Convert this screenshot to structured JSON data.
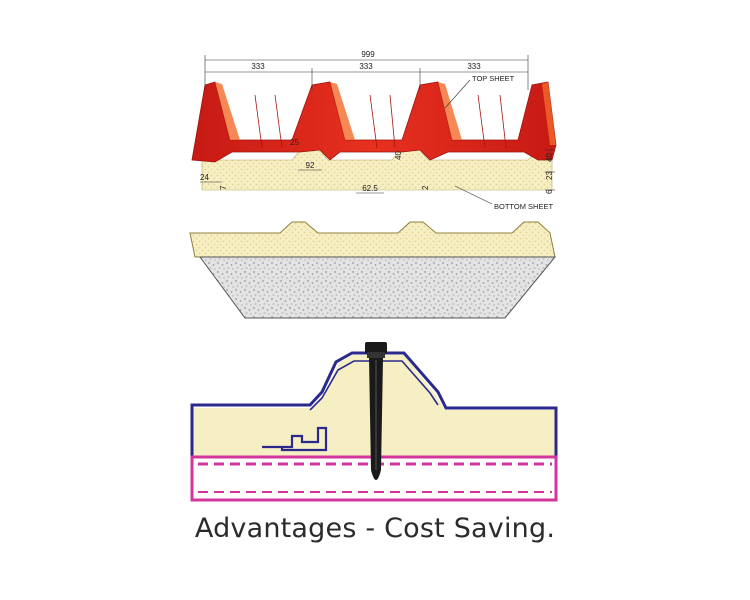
{
  "dimensions": {
    "overall_width": "999",
    "ridge_spacing": [
      "333",
      "333",
      "333"
    ],
    "ridge_top_width": "25",
    "ridge_base_width": "92",
    "valley_width": "62.5",
    "edge_lip": "24",
    "left_edge_height": "7",
    "mid_height": "2",
    "rib_height": "40",
    "core_right_height": "23",
    "bottom_edge_height": "6"
  },
  "labels": {
    "top_sheet": "TOP SHEET",
    "bottom_sheet": "BOTTOM SHEET"
  },
  "colors": {
    "top_sheet_red": "#e0241b",
    "top_sheet_highlight": "#f26a2a",
    "foam_core": "#f7efc4",
    "concrete_gray": "#d6d6d6",
    "outer_sheet_outline": "#2a2a8c",
    "inner_sheet_outline": "#d2369c",
    "fastener": "#1a1a1a"
  },
  "caption": "Advantages - Cost Saving."
}
